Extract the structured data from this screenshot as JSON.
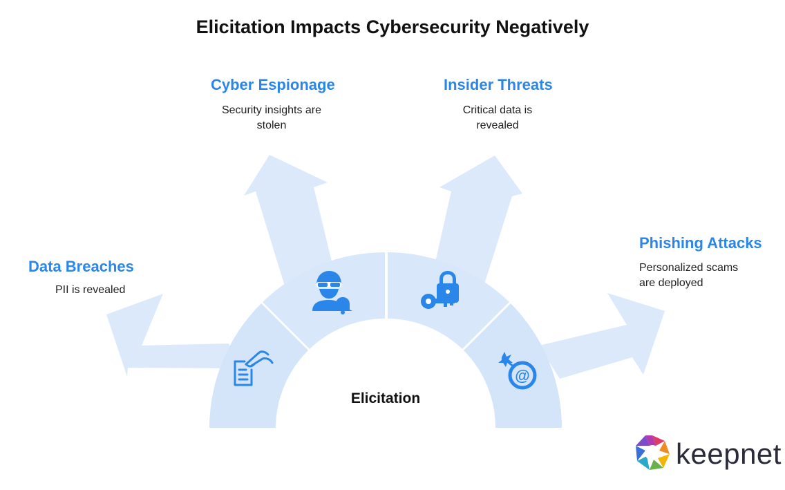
{
  "title": "Elicitation Impacts Cybersecurity Negatively",
  "center_label": "Elicitation",
  "brand": "keepnet",
  "colors": {
    "accent": "#2a86e8",
    "arrow_fill": "#dce9fb",
    "arc_fill": "#d4e5fa",
    "icon": "#2a86e8"
  },
  "branches": [
    {
      "heading": "Data Breaches",
      "description": "PII is revealed",
      "icon": "document-hand-icon"
    },
    {
      "heading": "Cyber Espionage",
      "description": "Security insights are stolen",
      "icon": "spy-alert-icon"
    },
    {
      "heading": "Insider Threats",
      "description": "Critical data is revealed",
      "icon": "lock-key-icon"
    },
    {
      "heading": "Phishing Attacks",
      "description": "Personalized scams are deployed",
      "icon": "target-email-icon"
    }
  ]
}
